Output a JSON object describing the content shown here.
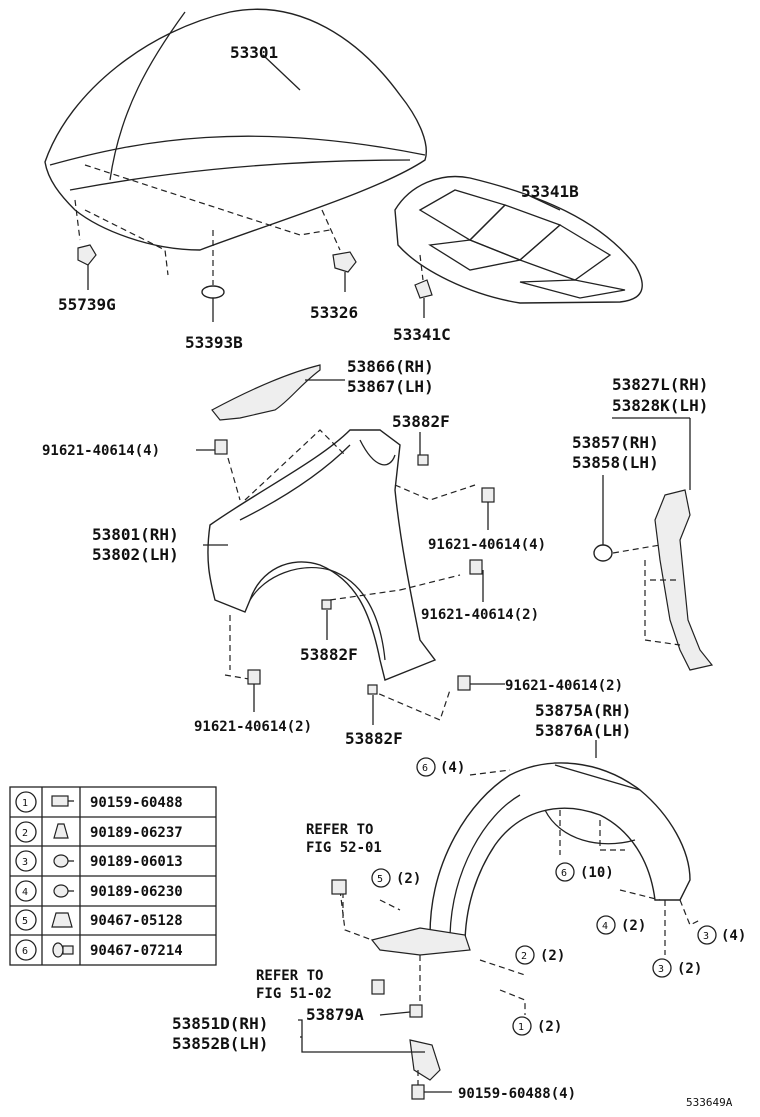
{
  "labels": {
    "hood": "53301",
    "hood_insulator": "53341B",
    "hood_cushion": "55739G",
    "hood_plug": "53393B",
    "hood_bumper": "53326",
    "insulator_clip": "53341C",
    "seal_rh": "53866(RH)",
    "seal_lh": "53867(LH)",
    "nut_top": "53882F",
    "bolt_top_left": "91621-40614(4)",
    "bolt_right_mid": "91621-40614(4)",
    "bolt_right_low": "91621-40614(2)",
    "bolt_right_bottom": "91621-40614(2)",
    "bolt_bottom_left": "91621-40614(2)",
    "fender_rh": "53801(RH)",
    "fender_lh": "53802(LH)",
    "nut_mid": "53882F",
    "nut_bottom": "53882F",
    "bracket_rh": "53827L(RH)",
    "bracket_lh": "53828K(LH)",
    "pad_rh": "53857(RH)",
    "pad_lh": "53858(LH)",
    "liner_rh": "53875A(RH)",
    "liner_lh": "53876A(LH)",
    "refer1_line1": "REFER TO",
    "refer1_line2": "FIG 52-01",
    "refer2_line1": "REFER TO",
    "refer2_line2": "FIG 51-02",
    "mudguard_rh": "53851D(RH)",
    "mudguard_lh": "53852B(LH)",
    "screen": "53879A",
    "bolt_bottom": "90159-60488(4)",
    "figure_code": "533649A"
  },
  "callouts": [
    {
      "num": "6",
      "qty": "(4)"
    },
    {
      "num": "5",
      "qty": "(2)"
    },
    {
      "num": "6",
      "qty": "(10)"
    },
    {
      "num": "4",
      "qty": "(2)"
    },
    {
      "num": "3",
      "qty": "(4)"
    },
    {
      "num": "2",
      "qty": "(2)"
    },
    {
      "num": "3",
      "qty": "(2)"
    },
    {
      "num": "1",
      "qty": "(2)"
    }
  ],
  "legend": [
    {
      "num": "1",
      "part": "90159-60488",
      "icon": "bolt-icon"
    },
    {
      "num": "2",
      "part": "90189-06237",
      "icon": "clip-icon"
    },
    {
      "num": "3",
      "part": "90189-06013",
      "icon": "clip-icon"
    },
    {
      "num": "4",
      "part": "90189-06230",
      "icon": "clip-icon"
    },
    {
      "num": "5",
      "part": "90467-05128",
      "icon": "retainer-icon"
    },
    {
      "num": "6",
      "part": "90467-07214",
      "icon": "pin-icon"
    }
  ]
}
